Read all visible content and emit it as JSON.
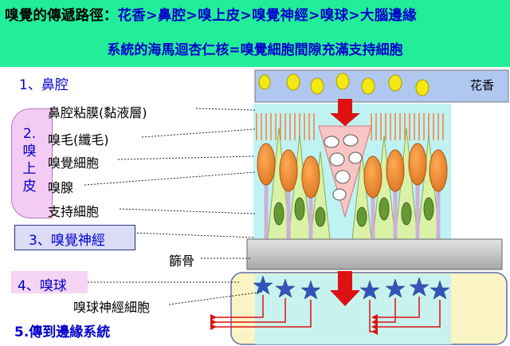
{
  "header": {
    "line1_prefix": "嗅覺的傳遞路徑：",
    "line1_path": "花香>鼻腔>嗅上皮>嗅覺神經>嗅球>大腦邊緣",
    "line2": "系統的海馬迴杏仁核=嗅覺細胞間隙充滿支持細胞"
  },
  "steps": {
    "s1": "1、鼻腔",
    "s2_num": "2.",
    "s2_c1": "嗅",
    "s2_c2": "上",
    "s2_c3": "皮",
    "s3": "3、嗅覺神經",
    "s4": "4、嗅球",
    "s5": "5.傳到邊緣系統"
  },
  "labels": {
    "flower": "花香",
    "mucosa": "鼻腔粘膜(黏液層)",
    "cilia": "嗅毛(纖毛)",
    "cell": "嗅覺細胞",
    "gland": "嗅腺",
    "support": "支持細胞",
    "ethmoid": "篩骨",
    "mitral": "嗅球神經細胞"
  },
  "colors": {
    "header_bg": "#22ee99",
    "title_blue": "#0000cc",
    "arrow_red": "#dd1111",
    "mucus_blue": "#b0c8f0",
    "tissue_cyan": "#bff3f3",
    "cell_orange": "#ee8833",
    "support_green": "#669933",
    "bulb_yellow": "#fbf4c4",
    "star_blue": "#3355bb"
  },
  "icons": [
    "down-arrow-icon",
    "star-neuron-icon",
    "left-arrow-icon"
  ]
}
